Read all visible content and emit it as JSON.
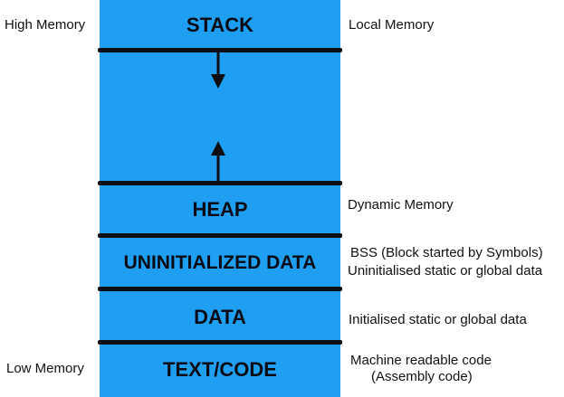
{
  "segments": {
    "stack": "STACK",
    "heap": "HEAP",
    "uninitialized_data": "UNINITIALIZED DATA",
    "data": "DATA",
    "text_code": "TEXT/CODE"
  },
  "left_labels": {
    "high_memory": "High Memory",
    "low_memory": "Low Memory"
  },
  "right_labels": {
    "local_memory": "Local Memory",
    "dynamic_memory": "Dynamic Memory",
    "bss_line1": "BSS (Block started by Symbols)",
    "bss_line2": "Uninitialised static or global data",
    "initialised": "Initialised static or global data",
    "machine_code_line1": "Machine readable code",
    "machine_code_line2": "(Assembly code)"
  },
  "colors": {
    "segment_fill": "#1e9ff2",
    "divider": "#0d0d12",
    "text": "#0a0a14"
  },
  "icons": {
    "stack_growth": "arrow-down-icon",
    "heap_growth": "arrow-up-icon"
  }
}
